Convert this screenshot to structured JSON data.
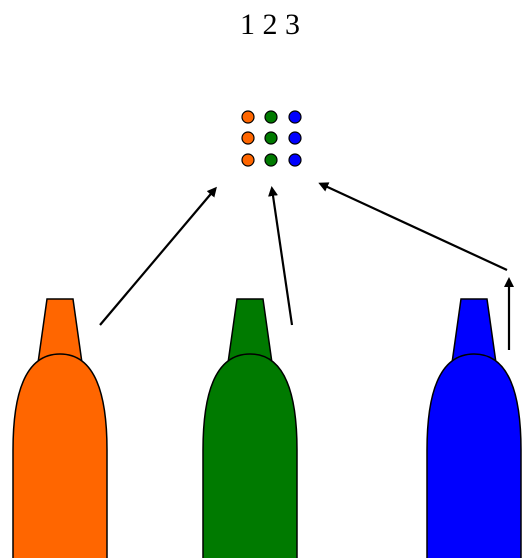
{
  "title": "1 2 3",
  "colors": {
    "orange": "#FF6600",
    "green": "#007A00",
    "blue": "#0000FF",
    "outline": "#000000",
    "arrow": "#000000"
  },
  "dot_grid": {
    "rows": 3,
    "columns": [
      "orange",
      "green",
      "blue"
    ]
  },
  "markers": [
    {
      "name": "orange-marker",
      "color": "orange"
    },
    {
      "name": "green-marker",
      "color": "green"
    },
    {
      "name": "blue-marker",
      "color": "blue"
    }
  ]
}
